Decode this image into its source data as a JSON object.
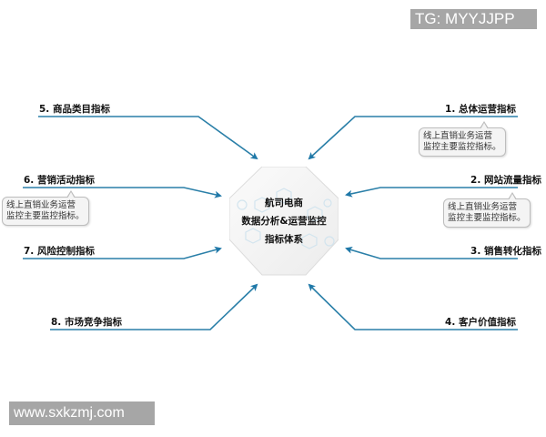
{
  "watermarks": {
    "top": "TG: MYYJJPP",
    "bottom": "www.sxkzmj.com"
  },
  "center": {
    "line1": "航司电商",
    "line2": "数据分析&运营监控",
    "line3": "指标体系"
  },
  "colors": {
    "connector": "#2a7fa8",
    "watermark_bg": "#a6a6a6"
  },
  "nodes": [
    {
      "id": 1,
      "label": "1. 总体运营指标",
      "side": "right",
      "callout": [
        "线上直销业务运营",
        "监控主要监控指标。"
      ]
    },
    {
      "id": 2,
      "label": "2. 网站流量指标",
      "side": "right",
      "callout": [
        "线上直销业务运营",
        "监控主要监控指标。"
      ]
    },
    {
      "id": 3,
      "label": "3. 销售转化指标",
      "side": "right",
      "callout": null
    },
    {
      "id": 4,
      "label": "4. 客户价值指标",
      "side": "right",
      "callout": null
    },
    {
      "id": 5,
      "label": "5. 商品类目指标",
      "side": "left",
      "callout": null
    },
    {
      "id": 6,
      "label": "6. 营销活动指标",
      "side": "left",
      "callout": [
        "线上直销业务运营",
        "监控主要监控指标。"
      ]
    },
    {
      "id": 7,
      "label": "7. 风险控制指标",
      "side": "left",
      "callout": null
    },
    {
      "id": 8,
      "label": "8. 市场竞争指标",
      "side": "left",
      "callout": null
    }
  ]
}
